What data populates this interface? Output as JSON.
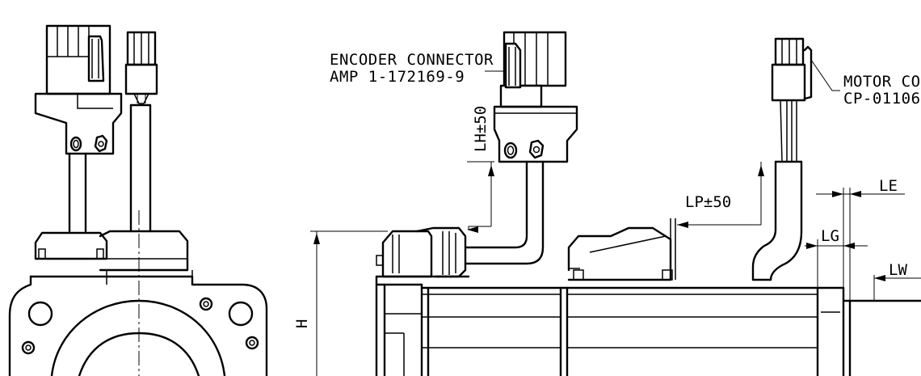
{
  "encoder_connector": {
    "title": "ENCODER CONNECTOR",
    "part": "AMP 1-172169-9"
  },
  "motor_connector": {
    "title": "MOTOR CO",
    "part": "CP-01106"
  },
  "dimensions": {
    "lh": "LH±50",
    "lp": "LP±50",
    "h": "H",
    "le": "LE",
    "lg": "LG",
    "lw": "LW"
  }
}
